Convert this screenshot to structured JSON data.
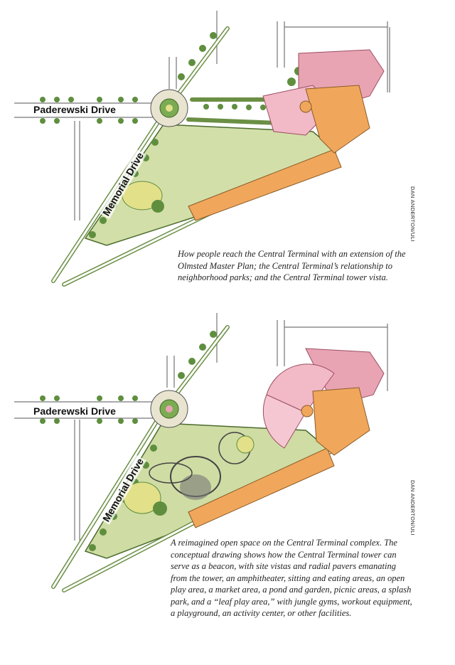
{
  "top_panel": {
    "labels": {
      "paderewski": "Paderewski Drive",
      "memorial": "Memorial Drive"
    },
    "caption": "How people reach the Central Terminal with an extension of the Olmsted Master Plan; the Central Terminal’s relationship to neighborhood parks; and the Central Terminal tower vista.",
    "credit": "DAN ANDERTON/ULI"
  },
  "bottom_panel": {
    "labels": {
      "paderewski": "Paderewski Drive",
      "memorial": "Memorial Drive"
    },
    "caption": "A reimagined open space on the Central Terminal complex. The conceptual drawing shows how the Central Terminal tower can serve as a beacon, with site vistas and radial pavers emanating from the tower, an amphitheater, sitting and eating areas, an open play area, a market area, a pond and garden, picnic areas, a splash park, and a “leaf play area,” with jungle gyms, workout equipment, a playground, an activity center, or other facilities.",
    "credit": "DAN ANDERTON/ULI"
  },
  "colors": {
    "lawn": "#c9d9a0",
    "trees": "#5f8f3e",
    "building_pink": "#e9a4b4",
    "building_orange": "#f0a75c",
    "road": "#ffffff",
    "ink": "#333333"
  }
}
